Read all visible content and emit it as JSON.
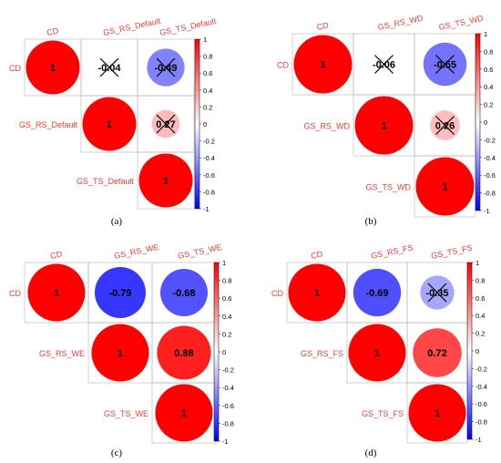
{
  "colors": {
    "positive": "#ff0000",
    "negative": "#0000ff",
    "neutral": "#ffffff",
    "label": "#e8413c",
    "grid": "#bdbdbd",
    "cross": "#000000"
  },
  "chart_data": [
    {
      "type": "heatmap",
      "caption": "(a)",
      "variables": [
        "CD",
        "GS_RS_Default",
        "GS_TS_Default"
      ],
      "cells": [
        {
          "row": "CD",
          "col": "CD",
          "value": 1,
          "label": "1",
          "crossed": false
        },
        {
          "row": "CD",
          "col": "GS_RS_Default",
          "value": -0.04,
          "label": "-0.04",
          "crossed": true
        },
        {
          "row": "CD",
          "col": "GS_TS_Default",
          "value": -0.49,
          "label": "-0.49",
          "crossed": true
        },
        {
          "row": "GS_RS_Default",
          "col": "GS_RS_Default",
          "value": 1,
          "label": "1",
          "crossed": false
        },
        {
          "row": "GS_RS_Default",
          "col": "GS_TS_Default",
          "value": 0.27,
          "label": "0.27",
          "crossed": true
        },
        {
          "row": "GS_TS_Default",
          "col": "GS_TS_Default",
          "value": 1,
          "label": "1",
          "crossed": false
        }
      ],
      "colorbar": {
        "min": -1,
        "max": 1,
        "ticks": [
          "1",
          "0.8",
          "0.6",
          "0.4",
          "0.2",
          "0",
          "-0.2",
          "-0.4",
          "-0.6",
          "-0.8",
          "-1"
        ]
      }
    },
    {
      "type": "heatmap",
      "caption": "(b)",
      "variables": [
        "CD",
        "GS_RS_WD",
        "GS_TS_WD"
      ],
      "cells": [
        {
          "row": "CD",
          "col": "CD",
          "value": 1,
          "label": "1",
          "crossed": false
        },
        {
          "row": "CD",
          "col": "GS_RS_WD",
          "value": -0.06,
          "label": "-0.06",
          "crossed": true
        },
        {
          "row": "CD",
          "col": "GS_TS_WD",
          "value": -0.55,
          "label": "-0.55",
          "crossed": true
        },
        {
          "row": "GS_RS_WD",
          "col": "GS_RS_WD",
          "value": 1,
          "label": "1",
          "crossed": false
        },
        {
          "row": "GS_RS_WD",
          "col": "GS_TS_WD",
          "value": 0.26,
          "label": "0.26",
          "crossed": true
        },
        {
          "row": "GS_TS_WD",
          "col": "GS_TS_WD",
          "value": 1,
          "label": "1",
          "crossed": false
        }
      ],
      "colorbar": {
        "min": -1,
        "max": 1,
        "ticks": [
          "1",
          "0.8",
          "0.6",
          "0.4",
          "0.2",
          "0",
          "-0.2",
          "-0.4",
          "-0.6",
          "-0.8",
          "-1"
        ]
      }
    },
    {
      "type": "heatmap",
      "caption": "(c)",
      "variables": [
        "CD",
        "GS_RS_WE",
        "GS_TS_WE"
      ],
      "cells": [
        {
          "row": "CD",
          "col": "CD",
          "value": 1,
          "label": "1",
          "crossed": false
        },
        {
          "row": "CD",
          "col": "GS_RS_WE",
          "value": -0.79,
          "label": "-0.79",
          "crossed": false
        },
        {
          "row": "CD",
          "col": "GS_TS_WE",
          "value": -0.68,
          "label": "-0.68",
          "crossed": false
        },
        {
          "row": "GS_RS_WE",
          "col": "GS_RS_WE",
          "value": 1,
          "label": "1",
          "crossed": false
        },
        {
          "row": "GS_RS_WE",
          "col": "GS_TS_WE",
          "value": 0.88,
          "label": "0.88",
          "crossed": false
        },
        {
          "row": "GS_TS_WE",
          "col": "GS_TS_WE",
          "value": 1,
          "label": "1",
          "crossed": false
        }
      ],
      "colorbar": {
        "min": -1,
        "max": 1,
        "ticks": [
          "1",
          "0.8",
          "0.6",
          "0.4",
          "0.2",
          "0",
          "-0.2",
          "-0.4",
          "-0.6",
          "-0.8",
          "-1"
        ]
      }
    },
    {
      "type": "heatmap",
      "caption": "(d)",
      "variables": [
        "CD",
        "GS_RS_FS",
        "GS_TS_FS"
      ],
      "cells": [
        {
          "row": "CD",
          "col": "CD",
          "value": 1,
          "label": "1",
          "crossed": false
        },
        {
          "row": "CD",
          "col": "GS_RS_FS",
          "value": -0.69,
          "label": "-0.69",
          "crossed": false
        },
        {
          "row": "CD",
          "col": "GS_TS_FS",
          "value": -0.35,
          "label": "-0.35",
          "crossed": true
        },
        {
          "row": "GS_RS_FS",
          "col": "GS_RS_FS",
          "value": 1,
          "label": "1",
          "crossed": false
        },
        {
          "row": "GS_RS_FS",
          "col": "GS_TS_FS",
          "value": 0.72,
          "label": "0.72",
          "crossed": false
        },
        {
          "row": "GS_TS_FS",
          "col": "GS_TS_FS",
          "value": 1,
          "label": "1",
          "crossed": false
        }
      ],
      "colorbar": {
        "min": -1,
        "max": 1,
        "ticks": [
          "1",
          "0.8",
          "0.6",
          "0.4",
          "0.2",
          "0",
          "-0.2",
          "-0.4",
          "-0.6",
          "-0.8",
          "-1"
        ]
      }
    }
  ]
}
